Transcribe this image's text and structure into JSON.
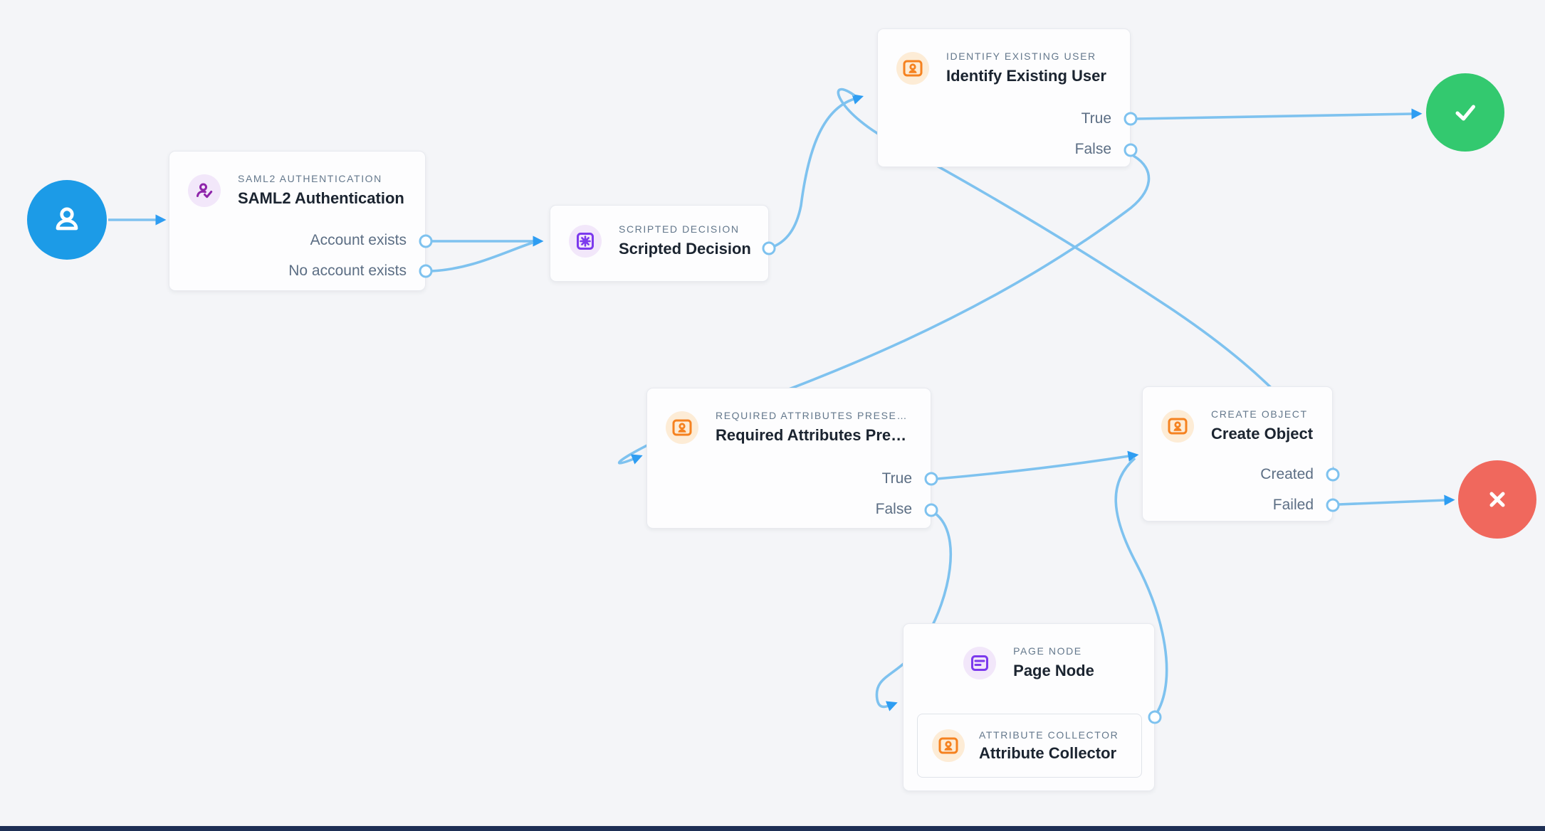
{
  "colors": {
    "background": "#f4f5f8",
    "edge": "#7ec2ef",
    "arrow": "#2e9df2",
    "start": "#1c9be7",
    "success": "#33c96f",
    "failure": "#f0685d",
    "purple_bg": "#f2e7fa",
    "orange_bg": "#fdecd6",
    "purple_glyph": "#7c3aed",
    "saml2_glyph": "#8e24aa",
    "orange_glyph": "#f58220",
    "bottom_bar": "#1e2f55"
  },
  "nodes": {
    "saml2": {
      "category": "SAML2 AUTHENTICATION",
      "title": "SAML2 Authentication",
      "outcomes": [
        "Account exists",
        "No account exists"
      ]
    },
    "scripted": {
      "category": "SCRIPTED DECISION",
      "title": "Scripted Decision"
    },
    "identify": {
      "category": "IDENTIFY EXISTING USER",
      "title": "Identify Existing User",
      "outcomes": [
        "True",
        "False"
      ]
    },
    "required_attributes": {
      "category": "REQUIRED ATTRIBUTES PRESE…",
      "title": "Required Attributes Pre…",
      "outcomes": [
        "True",
        "False"
      ]
    },
    "create_object": {
      "category": "CREATE OBJECT",
      "title": "Create Object",
      "outcomes": [
        "Created",
        "Failed"
      ]
    },
    "page_node": {
      "category": "PAGE NODE",
      "title": "Page Node"
    },
    "attribute_collector": {
      "category": "ATTRIBUTE COLLECTOR",
      "title": "Attribute Collector"
    }
  }
}
